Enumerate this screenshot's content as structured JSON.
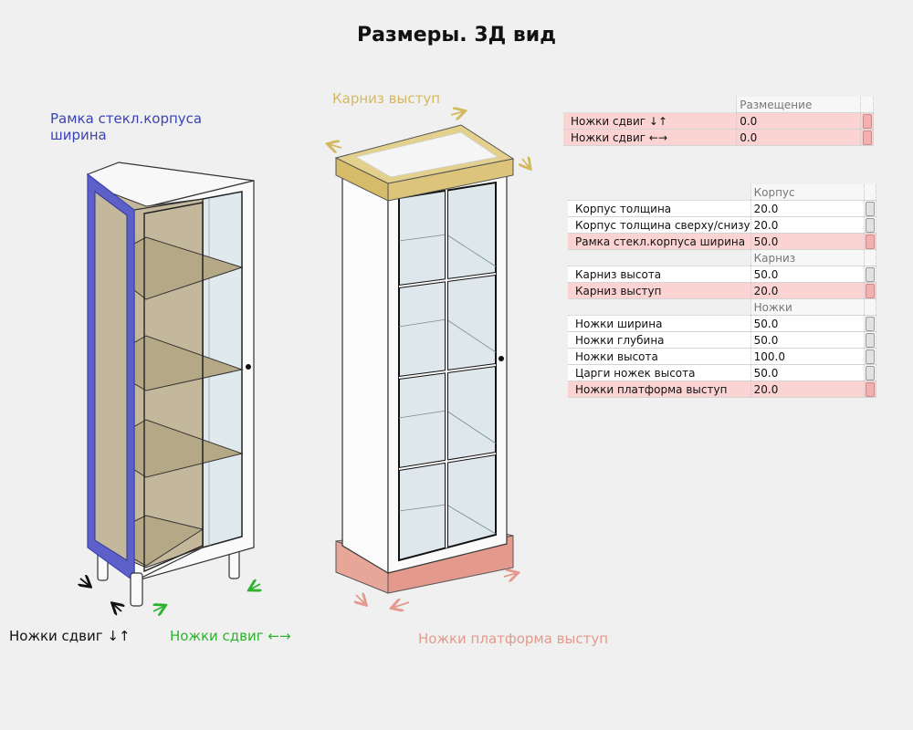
{
  "title": "Размеры. 3Д вид",
  "labels": {
    "frame_width": "Рамка стекл.корпуса ширина",
    "cornice_overhang": "Карниз выступ",
    "legs_shift_v": "Ножки сдвиг ↓↑",
    "legs_shift_h": "Ножки сдвиг ←→",
    "platform_overhang": "Ножки платформа выступ"
  },
  "colors": {
    "frame": "#3b44b4",
    "cornice": "#d4b860",
    "legs_h": "#2db32d",
    "platform": "#e39a8c",
    "highlight": "#fcd3d3"
  },
  "placement": {
    "header": "Размещение",
    "rows": [
      {
        "name": "Ножки сдвиг ↓↑",
        "value": "0.0"
      },
      {
        "name": "Ножки сдвиг ←→",
        "value": "0.0"
      }
    ]
  },
  "params": {
    "body_header": "Корпус",
    "body": [
      {
        "name": "Корпус толщина",
        "value": "20.0"
      },
      {
        "name": "Корпус толщина сверху/снизу",
        "value": "20.0"
      },
      {
        "name": "Рамка стекл.корпуса ширина",
        "value": "50.0"
      }
    ],
    "cornice_header": "Карниз",
    "cornice": [
      {
        "name": "Карниз высота",
        "value": "50.0"
      },
      {
        "name": "Карниз выступ",
        "value": "20.0"
      }
    ],
    "legs_header": "Ножки",
    "legs": [
      {
        "name": "Ножки ширина",
        "value": "50.0"
      },
      {
        "name": "Ножки глубина",
        "value": "50.0"
      },
      {
        "name": "Ножки высота",
        "value": "100.0"
      },
      {
        "name": "Царги ножек высота",
        "value": "50.0"
      },
      {
        "name": "Ножки платформа выступ",
        "value": "20.0"
      }
    ]
  }
}
